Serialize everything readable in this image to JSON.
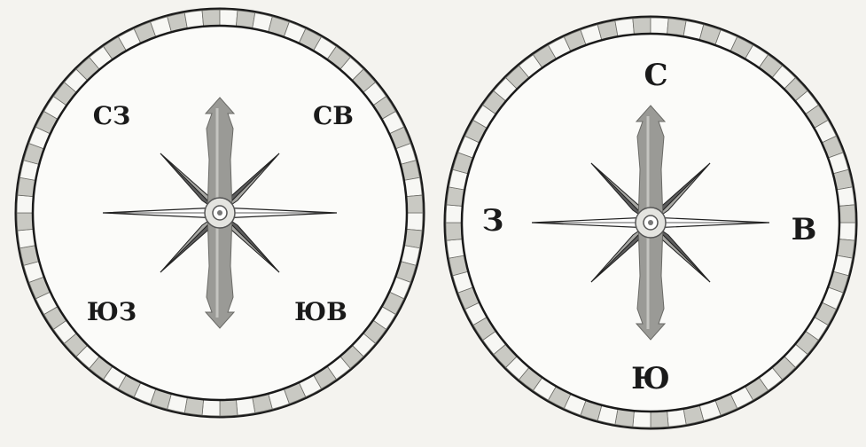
{
  "compasses": [
    {
      "id": "intercardinal",
      "labels": {
        "nw": "СЗ",
        "ne": "СВ",
        "sw": "ЮЗ",
        "se": "ЮВ"
      }
    },
    {
      "id": "cardinal",
      "labels": {
        "n": "С",
        "e": "В",
        "s": "Ю",
        "w": "З"
      }
    }
  ],
  "colors": {
    "paper": "#f4f3ef",
    "ink": "#1a1a1a",
    "ring_light": "#f7f7f4",
    "ring_dark": "#c9c9c3",
    "star_dark": "#5c5c5c",
    "star_light": "#a9a9a5",
    "needle": "#9a9a96"
  }
}
